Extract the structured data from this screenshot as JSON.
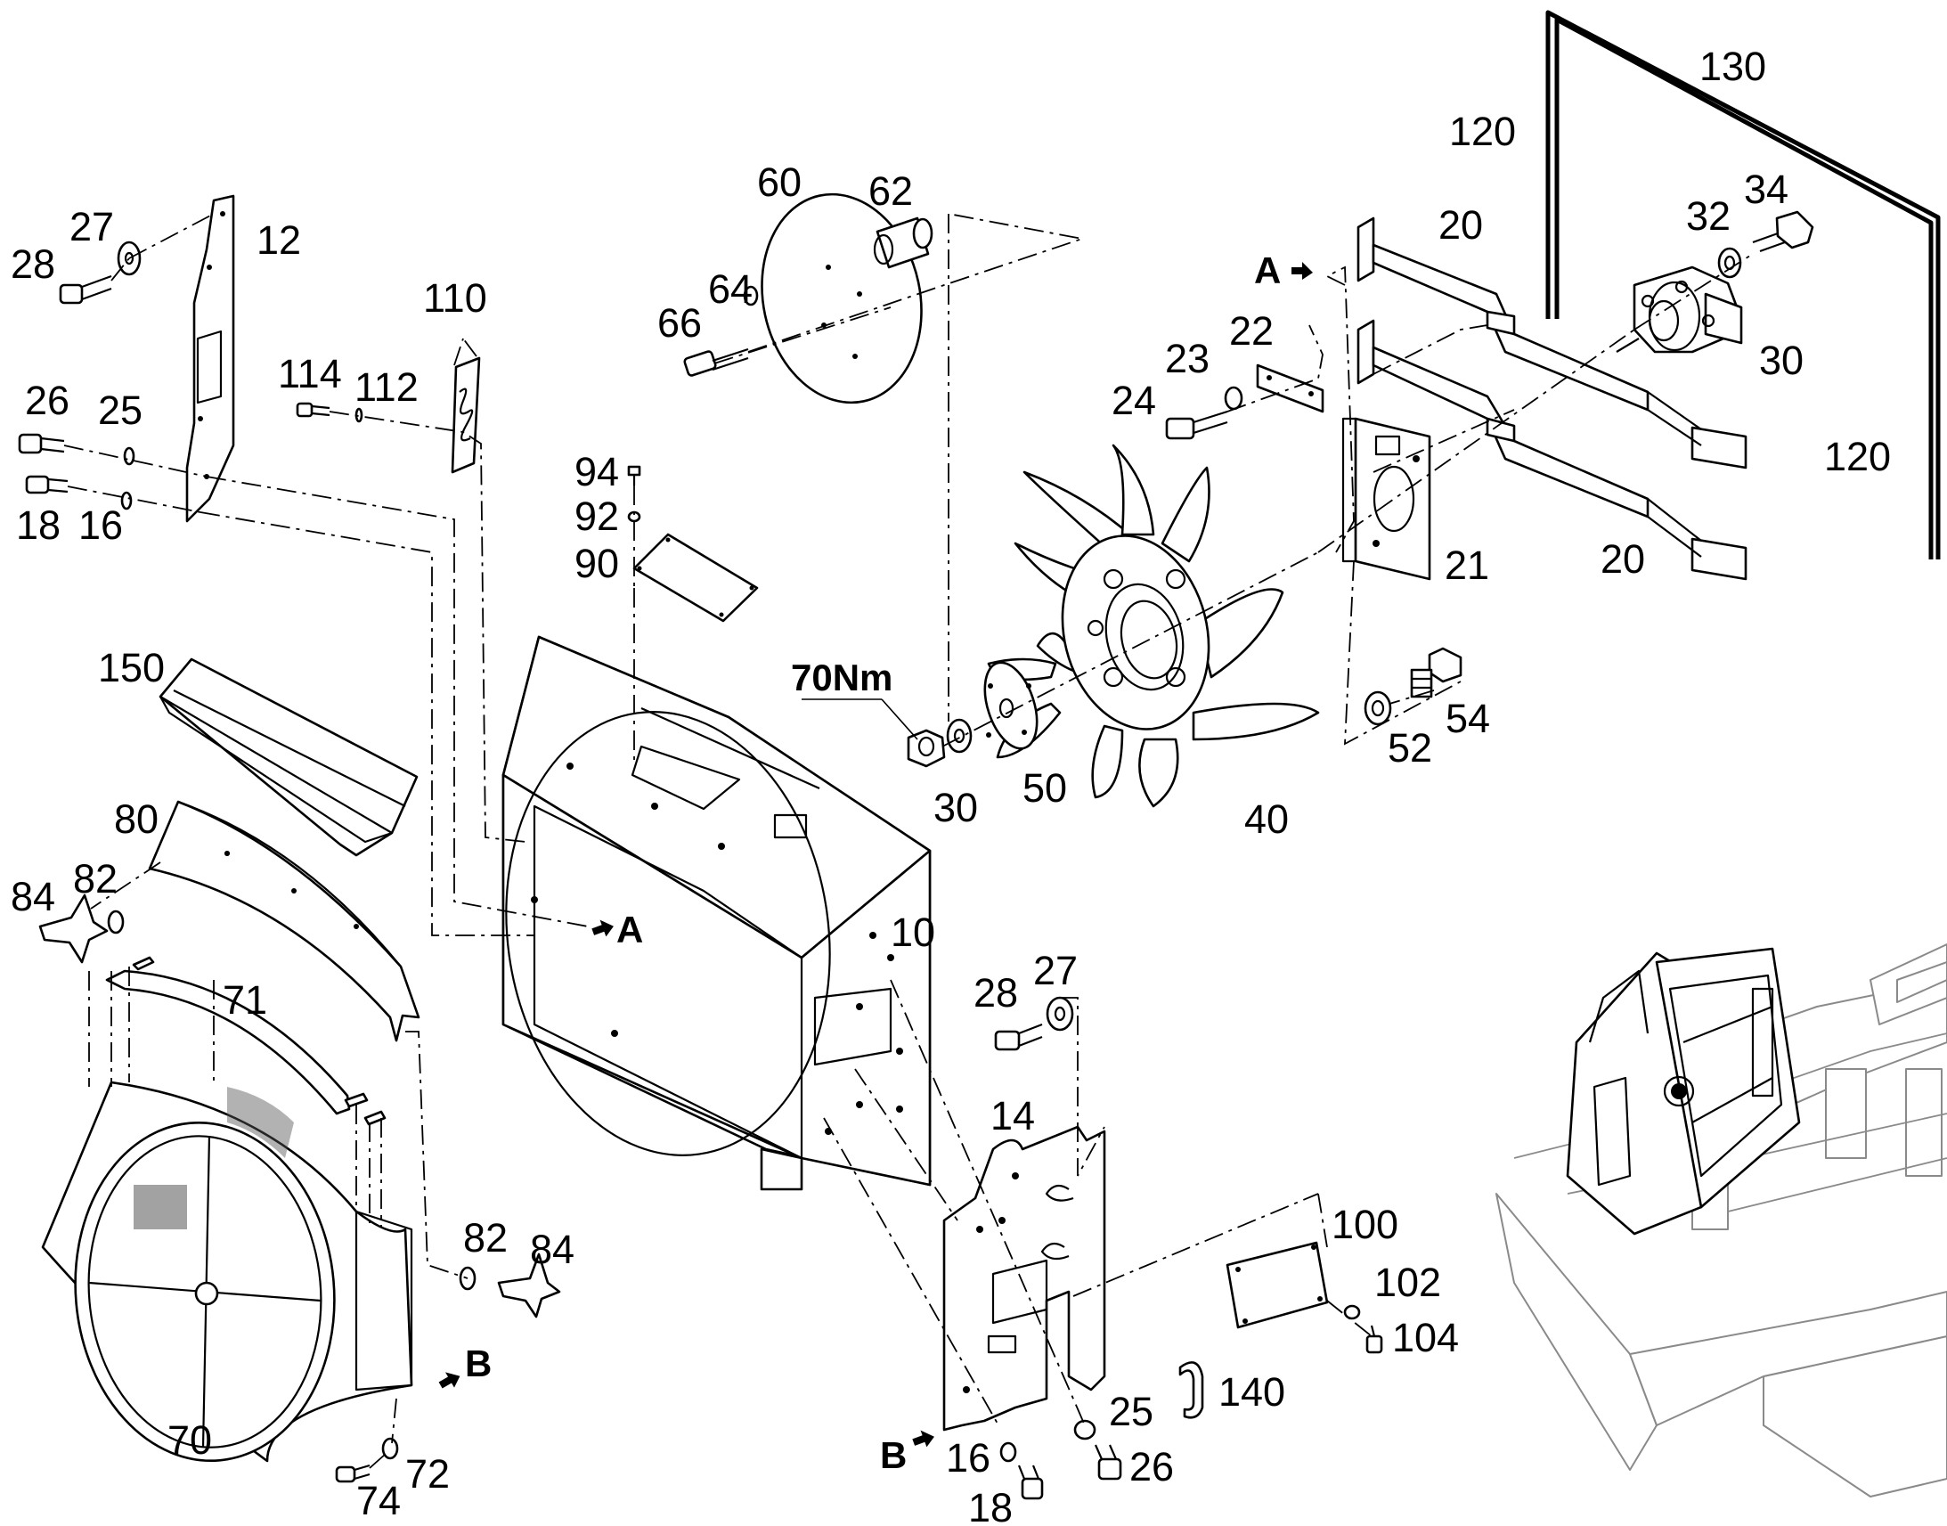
{
  "labels": {
    "p10": "10",
    "p12": "12",
    "p14": "14",
    "p16a": "16",
    "p16b": "16",
    "p18a": "18",
    "p18b": "18",
    "p20a": "20",
    "p20b": "20",
    "p21": "21",
    "p22": "22",
    "p23": "23",
    "p24": "24",
    "p25a": "25",
    "p25b": "25",
    "p26a": "26",
    "p26b": "26",
    "p27a": "27",
    "p27b": "27",
    "p28a": "28",
    "p28b": "28",
    "p30a": "30",
    "p30b": "30",
    "p32": "32",
    "p34": "34",
    "p40": "40",
    "p50": "50",
    "p52": "52",
    "p54": "54",
    "p60": "60",
    "p62": "62",
    "p64": "64",
    "p66": "66",
    "p70": "70",
    "p71": "71",
    "p72": "72",
    "p74": "74",
    "p80": "80",
    "p82a": "82",
    "p82b": "82",
    "p84a": "84",
    "p84b": "84",
    "p90": "90",
    "p92": "92",
    "p94": "94",
    "p100": "100",
    "p102": "102",
    "p104": "104",
    "p110": "110",
    "p112": "112",
    "p114": "114",
    "p120a": "120",
    "p120b": "120",
    "p130": "130",
    "p140": "140",
    "p150": "150"
  },
  "markers": {
    "a_top": "A",
    "a_mid": "A",
    "b_left": "B",
    "b_bottom": "B"
  },
  "torque": "70Nm"
}
